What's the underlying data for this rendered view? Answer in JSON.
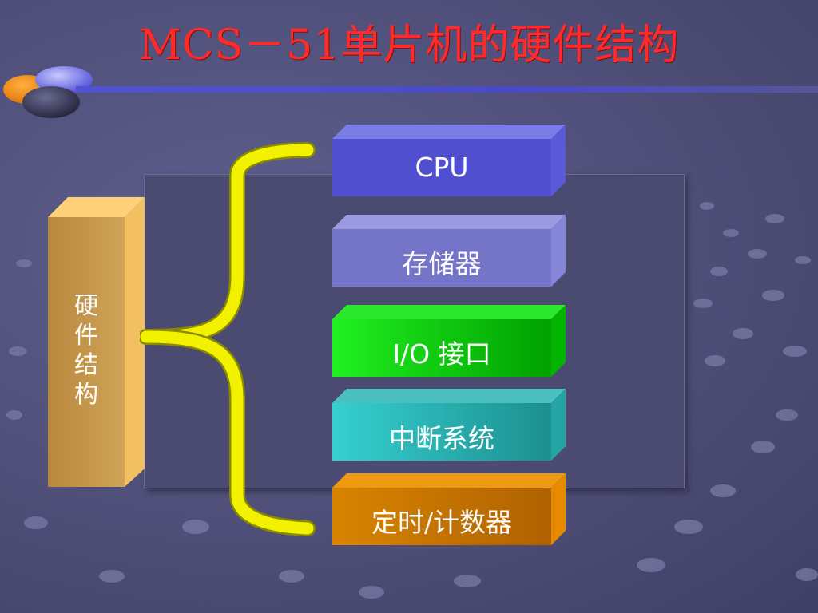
{
  "slide": {
    "title": "MCS－51单片机的硬件结构"
  },
  "pillar": {
    "label_chars": [
      "硬",
      "件",
      "结",
      "构"
    ]
  },
  "components": [
    {
      "label": "CPU"
    },
    {
      "label": "存储器"
    },
    {
      "label": "I/O 接口"
    },
    {
      "label": "中断系统"
    },
    {
      "label": "定时/计数器"
    }
  ],
  "colors": {
    "title": "#ff2b2b",
    "cpu": "#4f4fd0",
    "memory": "#7474c8",
    "io": "#16d616",
    "interrupt": "#2ab8b8",
    "timer": "#d07800",
    "pillar": "#c89a50",
    "brace": "#e6e600"
  }
}
